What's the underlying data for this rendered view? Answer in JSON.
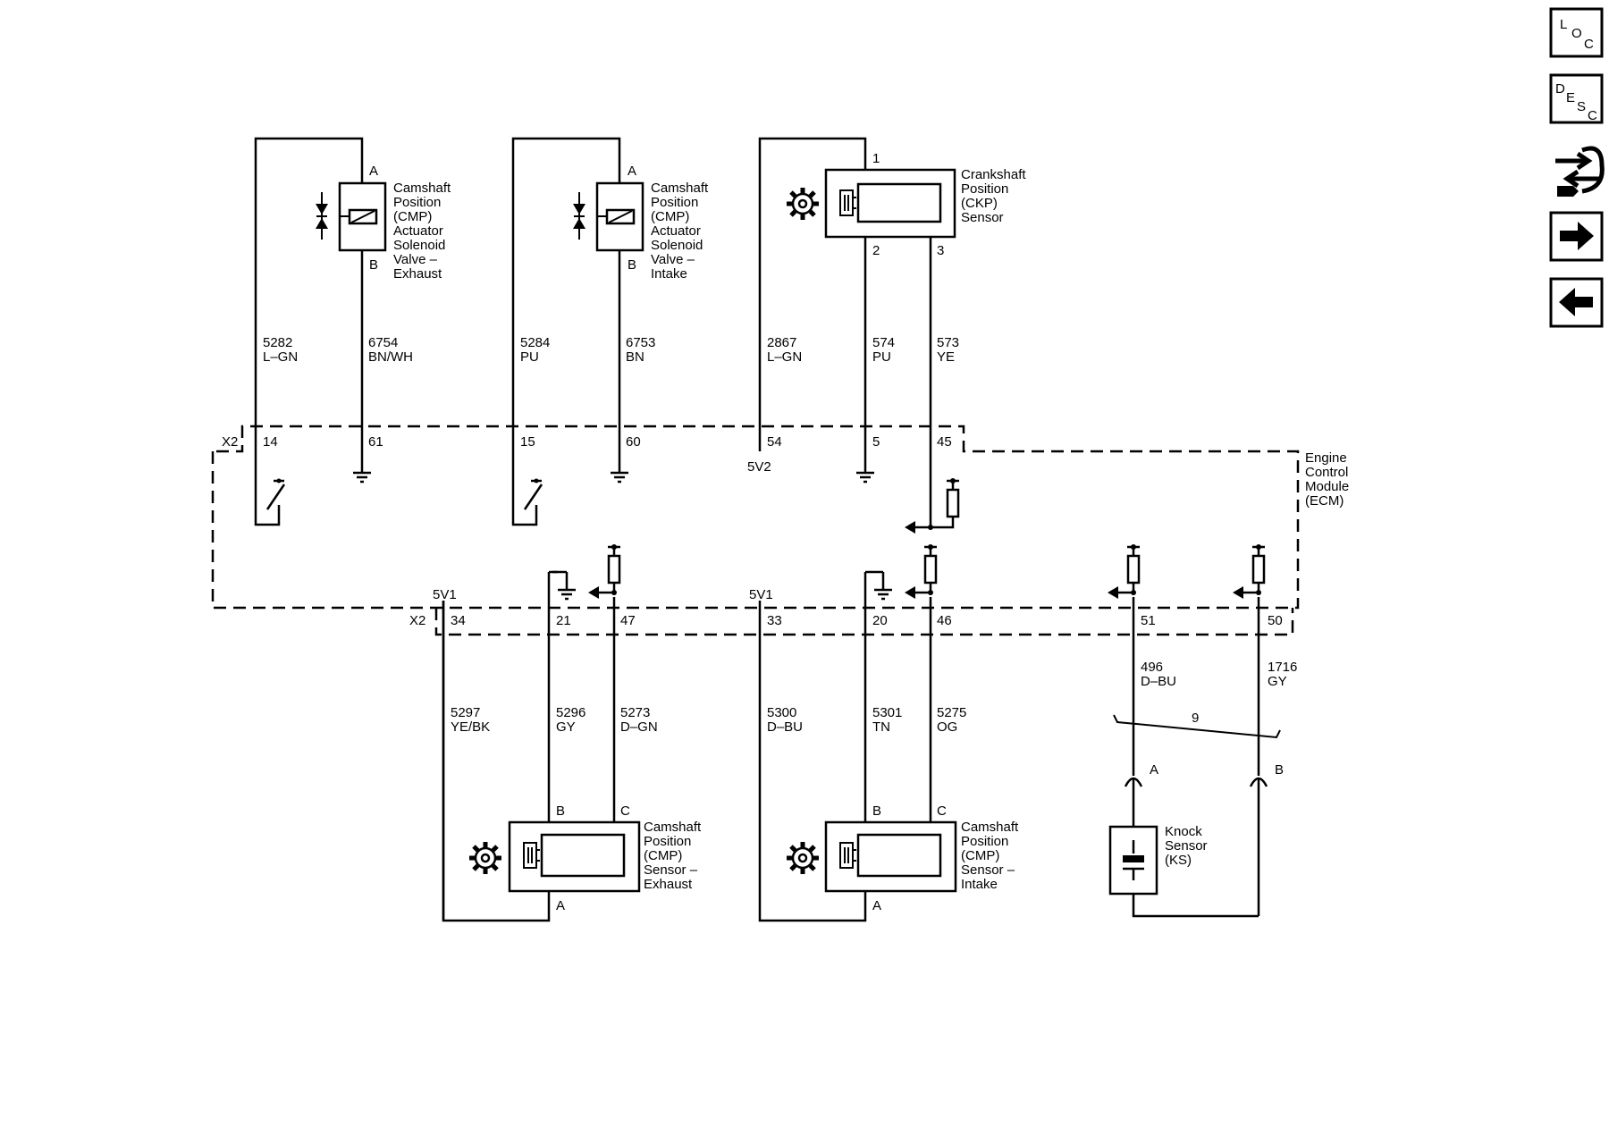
{
  "nav": {
    "loc": [
      "L",
      "O",
      "C"
    ],
    "desc": [
      "D",
      "E",
      "S",
      "C"
    ]
  },
  "module": {
    "name": [
      "Engine",
      "Control",
      "Module",
      "(ECM)"
    ],
    "connector_top": "X2",
    "connector_bottom": "X2",
    "ref_5v2": "5V2",
    "ref_5v1_a": "5V1",
    "ref_5v1_b": "5V1"
  },
  "components": {
    "cmp_valve_exhaust": [
      "Camshaft",
      "Position",
      "(CMP)",
      "Actuator",
      "Solenoid",
      "Valve –",
      "Exhaust"
    ],
    "cmp_valve_intake": [
      "Camshaft",
      "Position",
      "(CMP)",
      "Actuator",
      "Solenoid",
      "Valve –",
      "Intake"
    ],
    "ckp_sensor": [
      "Crankshaft",
      "Position",
      "(CKP)",
      "Sensor"
    ],
    "cmp_sensor_exhaust": [
      "Camshaft",
      "Position",
      "(CMP)",
      "Sensor –",
      "Exhaust"
    ],
    "cmp_sensor_intake": [
      "Camshaft",
      "Position",
      "(CMP)",
      "Sensor –",
      "Intake"
    ],
    "knock_sensor": [
      "Knock",
      "Sensor",
      "(KS)"
    ]
  },
  "pins": {
    "valve_ex_a": "A",
    "valve_ex_b": "B",
    "valve_in_a": "A",
    "valve_in_b": "B",
    "ckp_1": "1",
    "ckp_2": "2",
    "ckp_3": "3",
    "cmp_ex_b": "B",
    "cmp_ex_c": "C",
    "cmp_ex_a": "A",
    "cmp_in_b": "B",
    "cmp_in_c": "C",
    "cmp_in_a": "A",
    "ks_a": "A",
    "ks_b": "B",
    "ecm_14": "14",
    "ecm_61": "61",
    "ecm_15": "15",
    "ecm_60": "60",
    "ecm_54": "54",
    "ecm_5": "5",
    "ecm_45": "45",
    "ecm_34": "34",
    "ecm_21": "21",
    "ecm_47": "47",
    "ecm_33": "33",
    "ecm_20": "20",
    "ecm_46": "46",
    "ecm_51": "51",
    "ecm_50": "50"
  },
  "wires": {
    "w5282": [
      "5282",
      "L–GN"
    ],
    "w6754": [
      "6754",
      "BN/WH"
    ],
    "w5284": [
      "5284",
      "PU"
    ],
    "w6753": [
      "6753",
      "BN"
    ],
    "w2867": [
      "2867",
      "L–GN"
    ],
    "w574": [
      "574",
      "PU"
    ],
    "w573": [
      "573",
      "YE"
    ],
    "w5297": [
      "5297",
      "YE/BK"
    ],
    "w5296": [
      "5296",
      "GY"
    ],
    "w5273": [
      "5273",
      "D–GN"
    ],
    "w5300": [
      "5300",
      "D–BU"
    ],
    "w5301": [
      "5301",
      "TN"
    ],
    "w5275": [
      "5275",
      "OG"
    ],
    "w496": [
      "496",
      "D–BU"
    ],
    "w1716": [
      "1716",
      "GY"
    ]
  },
  "twist_label": "9"
}
